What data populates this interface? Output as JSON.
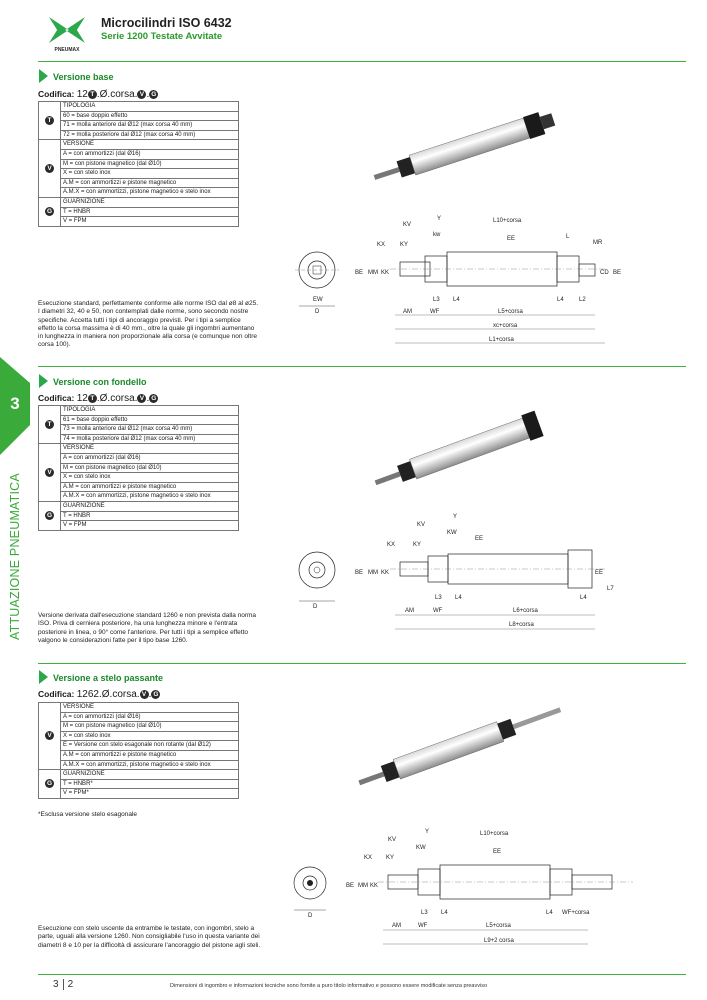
{
  "header": {
    "title": "Microcilindri ISO 6432",
    "subtitle": "Serie 1200 Testate Avvitate",
    "logo_text": "PNEUMAX"
  },
  "side_tab": {
    "chapter": "3",
    "label": "ATTUAZIONE PNEUMATICA"
  },
  "colors": {
    "accent_green": "#3aaa3a",
    "title_green": "#1a8a2a",
    "line_gray": "#9a9a9a"
  },
  "dimension_labels": [
    "Y",
    "KV",
    "L10+corsa",
    "kw",
    "EE",
    "L",
    "KX",
    "KY",
    "MR",
    "BE",
    "MM",
    "KK",
    "CD",
    "EW",
    "D",
    "L3",
    "L4",
    "L2",
    "AM",
    "WF",
    "L5+corsa",
    "xc+corsa",
    "L1+corsa",
    "KW",
    "L7",
    "L6+corsa",
    "L8+corsa",
    "WF+corsa",
    "L9+2 corsa"
  ],
  "sections": [
    {
      "title": "Versione base",
      "code_label": "Codifica:",
      "code_prefix": "12",
      "code_mid": ".Ø.corsa.",
      "rows": [
        {
          "g": "T",
          "cells": [
            "TIPOLOGIA",
            "60 = base doppio effetto",
            "71 = molla anteriore dal Ø12 (max corsa 40 mm)",
            "72 = molla posteriore dal Ø12 (max corsa 40 mm)"
          ]
        },
        {
          "g": "V",
          "cells": [
            "VERSIONE",
            "A = con ammortizzi (dal Ø16)",
            "M = con pistone magnetico (dal Ø10)",
            "X = con stelo inox",
            "A.M = con ammortizzi e pistone magnetico",
            "A.M.X = con ammortizzi, pistone magnetico e stelo inox"
          ]
        },
        {
          "g": "G",
          "cells": [
            "GUARNIZIONE",
            "T = HNBR",
            "V = FPM"
          ]
        }
      ],
      "note": "Esecuzione standard, perfettamente conforme alle norme ISO dal ø8 al ø25. I diametri 32, 40 e 50, non contemplati dalle norme, sono secondo nostre specifiche. Accetta tutti i tipi di ancoraggio previsti. Per i tipi a semplice effetto la corsa massima è di 40 mm., oltre la quale gli ingombri aumentano in lunghezza in maniera non proporzionale alla corsa (e comunque non oltre corsa 100)."
    },
    {
      "title": "Versione con fondello",
      "code_label": "Codifica:",
      "code_prefix": "12",
      "code_mid": ".Ø.corsa.",
      "rows": [
        {
          "g": "T",
          "cells": [
            "TIPOLOGIA",
            "61 = base doppio effetto",
            "73 = molla anteriore dal Ø12 (max corsa 40 mm)",
            "74 = molla posteriore dal Ø12 (max corsa 40 mm)"
          ]
        },
        {
          "g": "V",
          "cells": [
            "VERSIONE",
            "A = con ammortizzi (dal Ø16)",
            "M = con pistone magnetico (dal Ø10)",
            "X = con stelo inox",
            "A.M = con ammortizzi e pistone magnetico",
            "A.M.X = con ammortizzi, pistone magnetico e stelo inox"
          ]
        },
        {
          "g": "G",
          "cells": [
            "GUARNIZIONE",
            "T = HNBR",
            "V = FPM"
          ]
        }
      ],
      "note": "Versione derivata dall'esecuzione standard 1260 e non prevista dalla norma ISO. Priva di cerniera posteriore, ha una lunghezza minore e l'entrata posteriore in linea, o 90° come l'anteriore. Per tutti i tipi a semplice effetto valgono le considerazioni fatte per il tipo base 1260."
    },
    {
      "title": "Versione a stelo passante",
      "code_label": "Codifica:",
      "code_prefix": "1262",
      "code_mid": ".Ø.corsa.",
      "rows": [
        {
          "g": "V",
          "cells": [
            "VERSIONE",
            "A = con ammortizzi (dal Ø16)",
            "M = con pistone magnetico (dal Ø10)",
            "X = con stelo inox",
            "E = Versione con stelo esagonale non rotante (dal Ø12)",
            "A.M = con ammortizzi e pistone magnetico",
            "A.M.X = con ammortizzi, pistone magnetico e stelo inox"
          ]
        },
        {
          "g": "G",
          "cells": [
            "GUARNIZIONE",
            "T = HNBR*",
            "V = FPM*"
          ]
        }
      ],
      "star_note": "*Esclusa versione stelo esagonale",
      "note": "Esecuzione con stelo uscente da entrambe le testate, con ingombri, stelo a parte, uguali alla versione 1260. Non consigliabile l'uso in questa variante dei diametri 8 e 10 per la difficoltà di assicurare l'ancoraggio del pistone agli steli."
    }
  ],
  "footer": {
    "page_chapter": "3",
    "page_number": "2",
    "disclaimer": "Dimensioni di ingombro e informazioni tecniche sono fornite a puro titolo informativo e possono essere modificate senza preavviso"
  }
}
